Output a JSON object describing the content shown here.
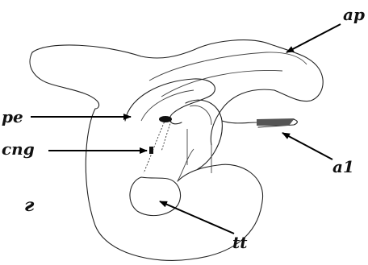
{
  "labels": {
    "ap": "ap",
    "pe": "pe",
    "cng": "cng",
    "a1": "a1",
    "panel": "г",
    "tt": "tt"
  }
}
